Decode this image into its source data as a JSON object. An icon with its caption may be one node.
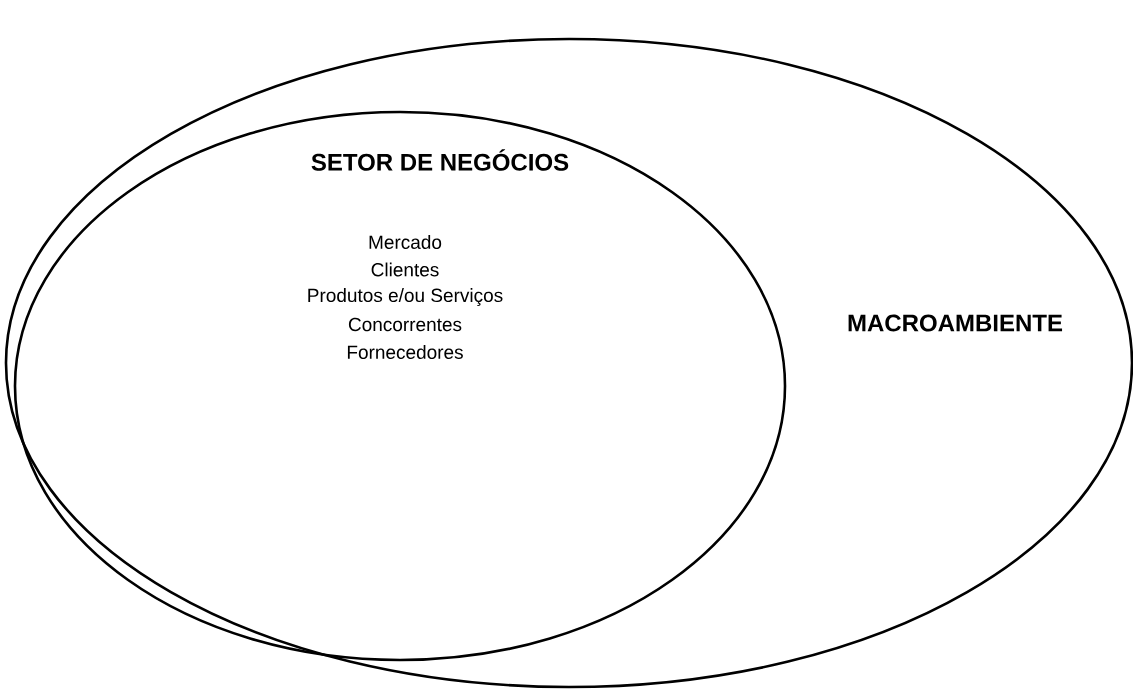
{
  "diagram": {
    "nodes": [
      {
        "text": [
          "MACROAMBIENTE"
        ]
      },
      {
        "text": [
          "SETOR DE NEGÓCIOS",
          "Mercado",
          "Clientes",
          "Produtos e/ou Serviços",
          "Concorrentes",
          "Fornecedores"
        ],
        "in": 0
      }
    ]
  }
}
